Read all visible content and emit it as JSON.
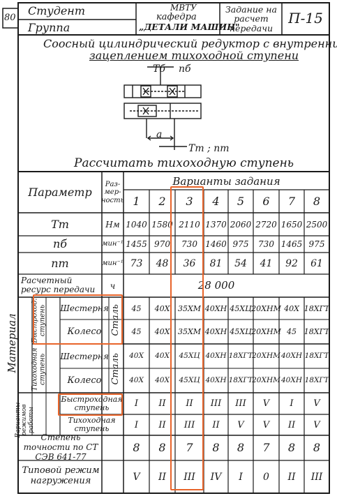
{
  "header": {
    "page_number": "80",
    "student_label": "Студент",
    "group_label": "Группа",
    "university": "МВТУ",
    "department_label": "кафедра",
    "department_name": "„ДЕТАЛИ МАШИН\"",
    "task_label": "Задание на расчет передачи",
    "task_id": "П-15"
  },
  "title": {
    "line1": "Соосный цилиндрический редуктор с внутренним",
    "line2": "зацеплением тихоходной ступени"
  },
  "diagram": {
    "label_tb": "Тб",
    "label_nb": "nб",
    "label_a": "a",
    "label_tt_nt": "Тт ; nт"
  },
  "instruction": "Рассчитать тихоходную ступень",
  "table": {
    "param_header": "Параметр",
    "unit_header": "Раз-мер-ность",
    "variants_header": "Варианты задания",
    "variant_numbers": [
      "1",
      "2",
      "3",
      "4",
      "5",
      "6",
      "7",
      "8"
    ],
    "rows": {
      "tt": {
        "param": "Тт",
        "unit": "Нм",
        "values": [
          "1040",
          "1580",
          "2110",
          "1370",
          "2060",
          "2720",
          "1650",
          "2500"
        ]
      },
      "nb": {
        "param": "nб",
        "unit": "мин⁻¹",
        "values": [
          "1455",
          "970",
          "730",
          "1460",
          "975",
          "730",
          "1465",
          "975"
        ]
      },
      "nt": {
        "param": "nт",
        "unit": "мин⁻¹",
        "values": [
          "73",
          "48",
          "36",
          "81",
          "54",
          "41",
          "92",
          "61"
        ]
      },
      "resource": {
        "param": "Расчетный ресурс передачи",
        "unit": "ч",
        "value": "28 000"
      },
      "fast_gear": {
        "values": [
          "45",
          "40Х",
          "35ХМ",
          "40ХН",
          "45ХЦ",
          "20ХНМ",
          "40Х",
          "18ХГТ"
        ]
      },
      "fast_wheel": {
        "values": [
          "45",
          "40Х",
          "35ХМ",
          "40ХН",
          "45ХЦ",
          "20ХНМ",
          "45",
          "18ХГТ"
        ]
      },
      "slow_gear": {
        "values": [
          "40Х",
          "40Х",
          "45ХЦ",
          "40ХН",
          "18ХГТ",
          "20ХНМ",
          "40ХН",
          "18ХГТ"
        ]
      },
      "slow_wheel": {
        "values": [
          "40Х",
          "40Х",
          "45ХЦ",
          "40ХН",
          "18ХГТ",
          "20ХНМ",
          "40ХН",
          "18ХГТ"
        ]
      },
      "mode_fast": {
        "values": [
          "I",
          "II",
          "II",
          "III",
          "III",
          "V",
          "I",
          "V"
        ]
      },
      "mode_slow": {
        "values": [
          "I",
          "II",
          "III",
          "II",
          "V",
          "V",
          "II",
          "V"
        ]
      },
      "accuracy": {
        "values": [
          "8",
          "8",
          "7",
          "8",
          "8",
          "7",
          "8",
          "8"
        ]
      },
      "load_mode": {
        "values": [
          "V",
          "II",
          "III",
          "IV",
          "I",
          "0",
          "II",
          "III"
        ]
      }
    },
    "labels": {
      "material": "Материал",
      "fast_stage": "Быстроход. ступень",
      "slow_stage": "Тихоходная ступень",
      "gear": "Шестерня",
      "wheel": "Колесо",
      "steel": "Сталь",
      "work_mode_variants": "Варианты режимов работы",
      "fast_stage_row": "Быстроходная ступень",
      "slow_stage_row": "Тихоходная ступень",
      "accuracy": "Степень точности по СТ СЭВ 641-77",
      "load_mode": "Типовой режим нагружения"
    }
  },
  "highlight_color": "#e8642a"
}
